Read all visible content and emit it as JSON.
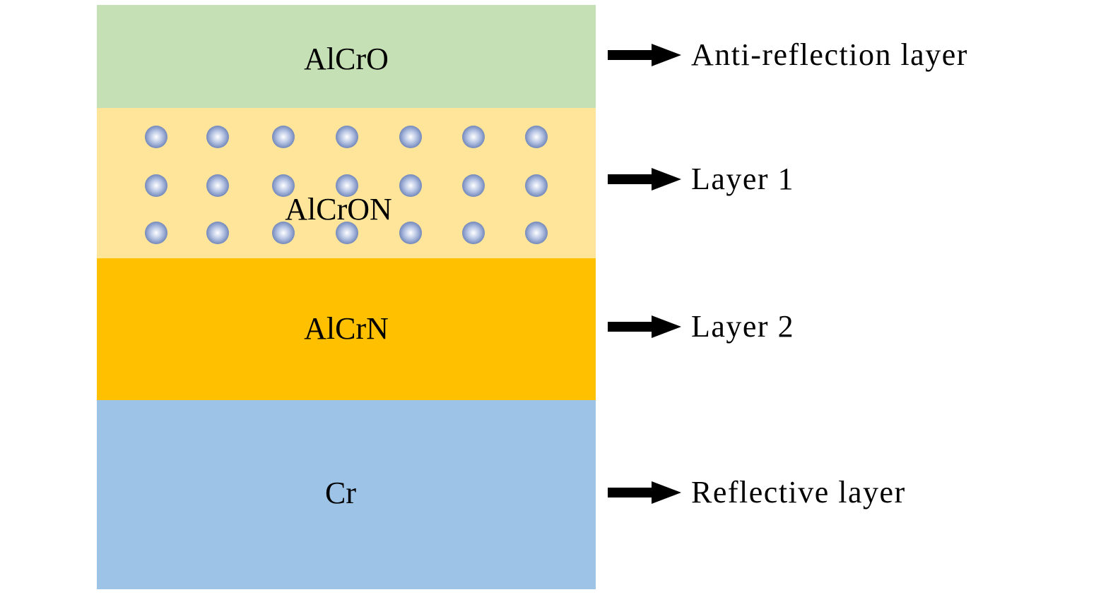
{
  "diagram": {
    "title": "",
    "layers": [
      {
        "material": "AlCrO",
        "role": "Anti-reflection layer",
        "color": "#c5e0b4"
      },
      {
        "material": "AlCrON",
        "role": "Layer 1",
        "color": "#fee599",
        "has_particles": true,
        "particle_grid": {
          "rows": 3,
          "columns": 7
        }
      },
      {
        "material": "AlCrN",
        "role": "Layer 2",
        "color": "#ffc000"
      },
      {
        "material": "Cr",
        "role": "Reflective layer",
        "color": "#9dc3e6"
      }
    ],
    "particle_color": "#8ea2cf",
    "arrow_color": "#000000",
    "arrow_icon": "right-arrow"
  }
}
